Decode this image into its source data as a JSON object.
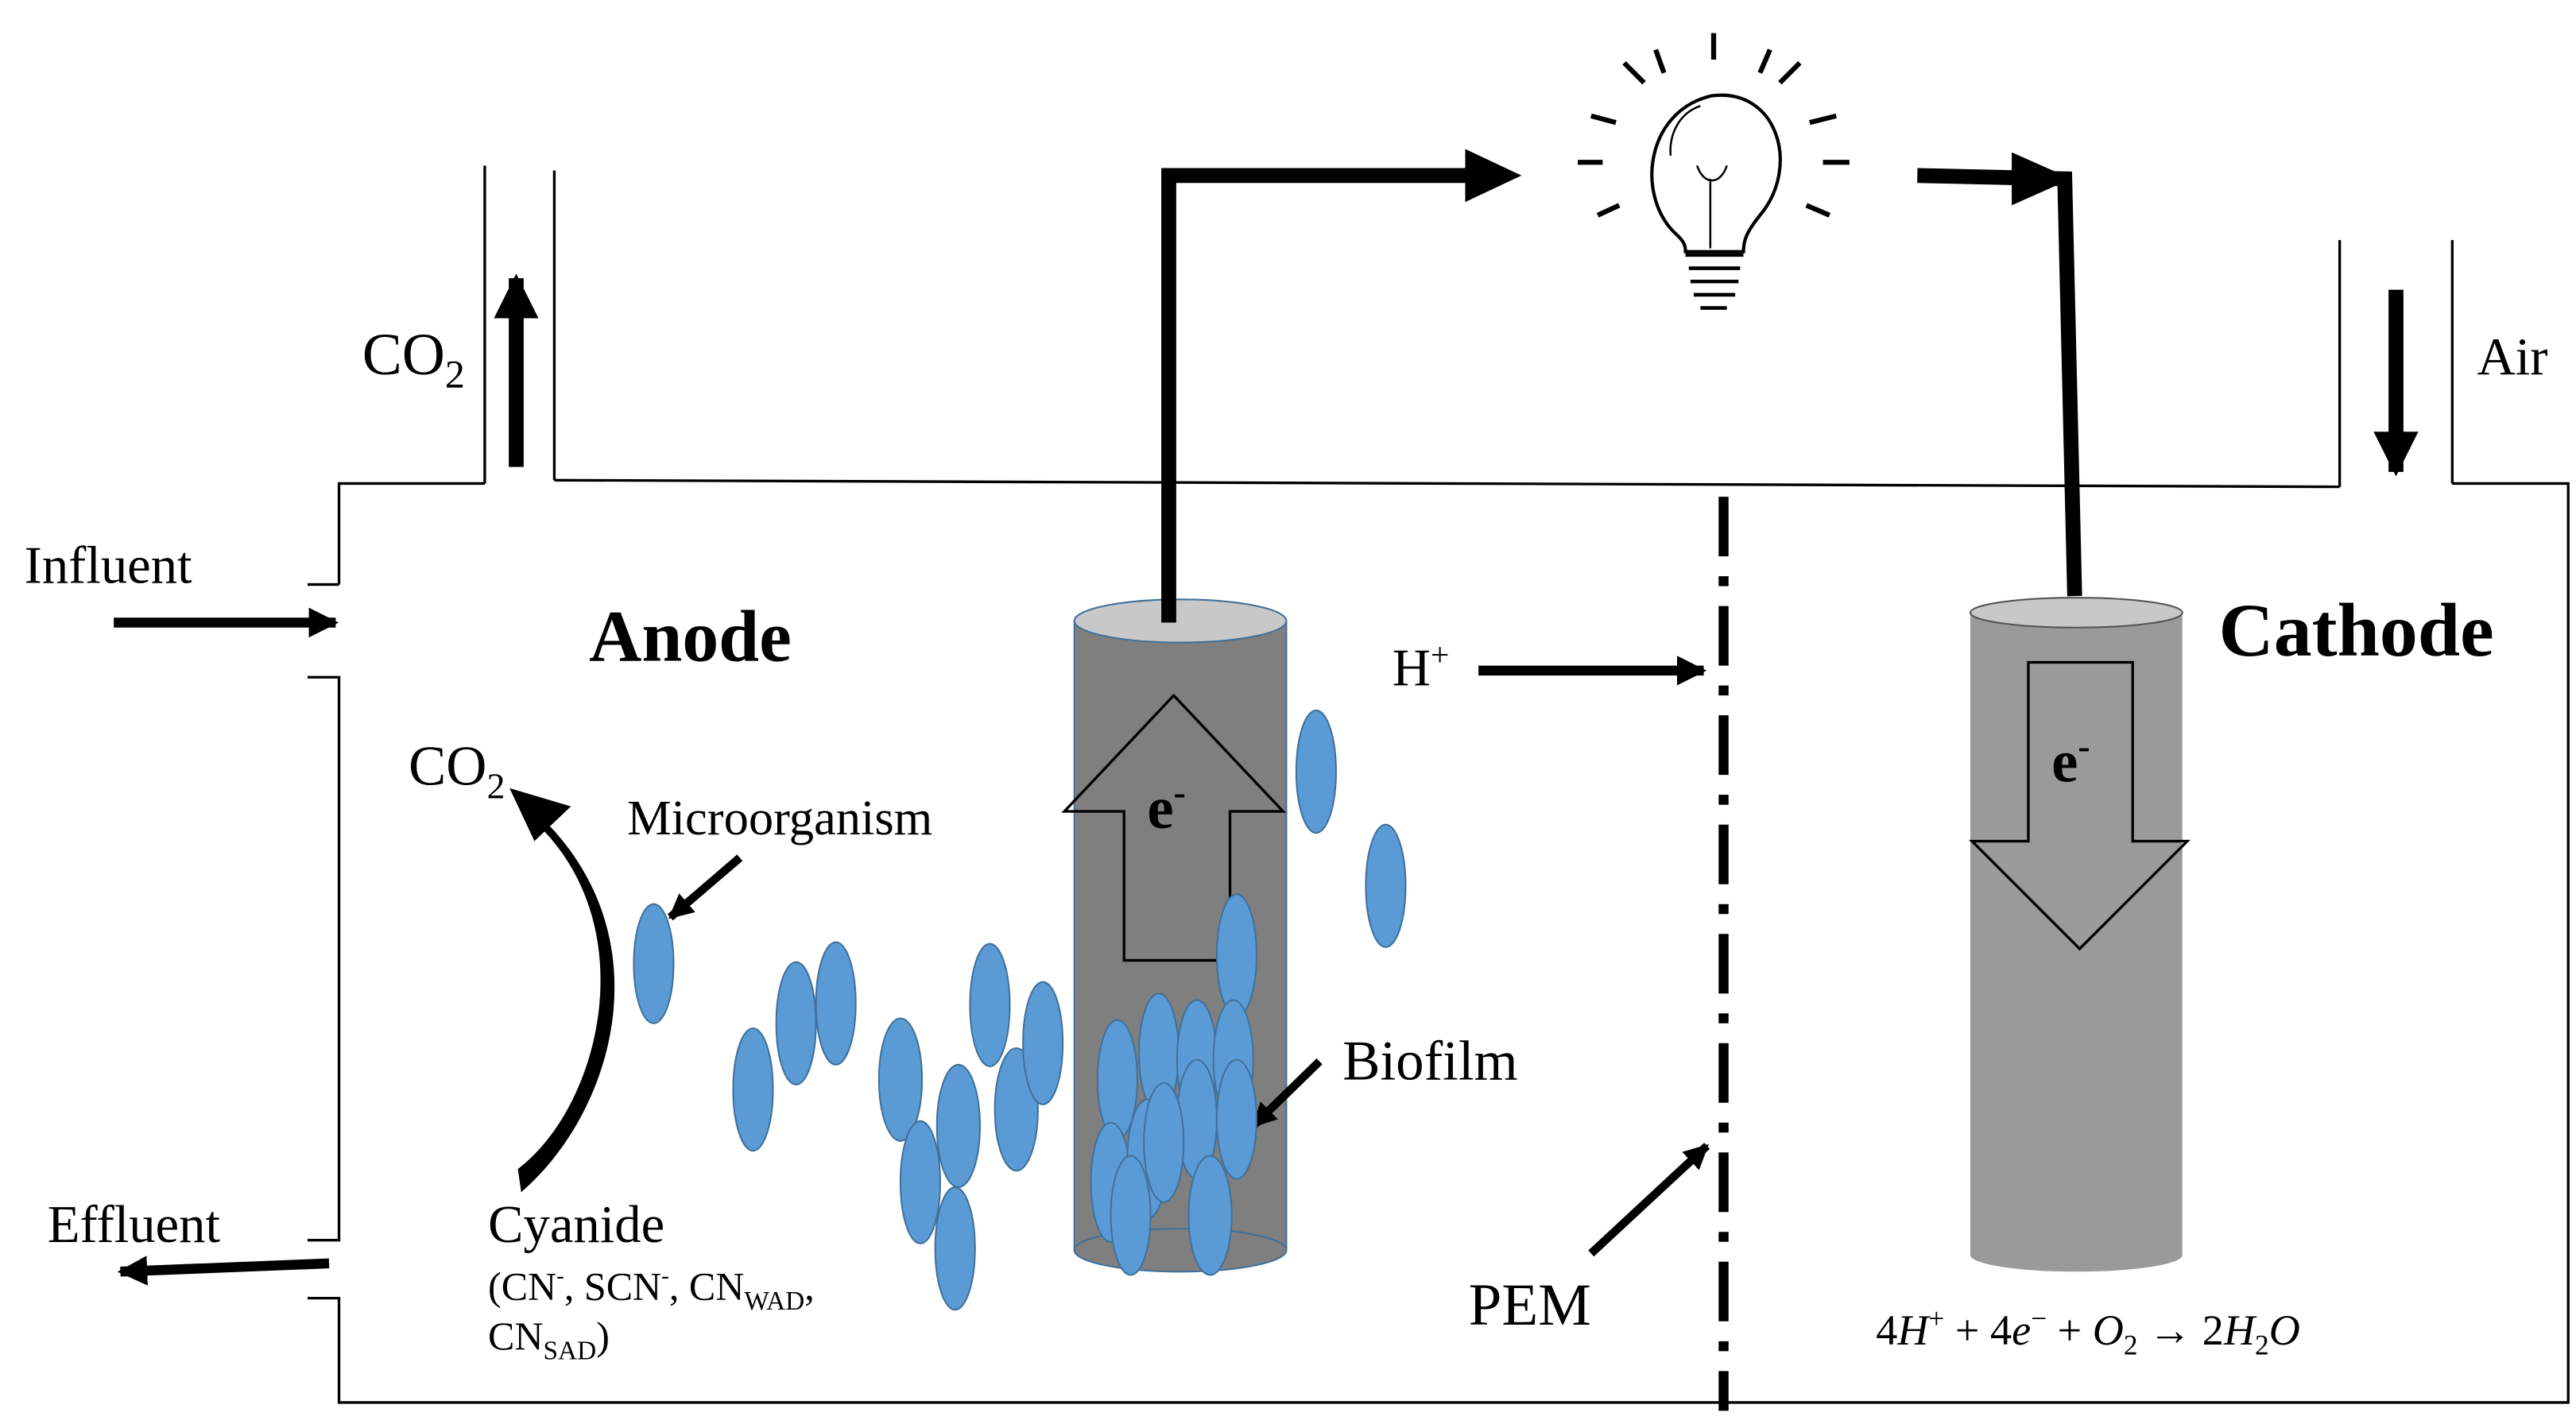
{
  "labels": {
    "co2_top": "CO",
    "co2_top_sub": "2",
    "air": "Air",
    "influent": "Influent",
    "effluent": "Effluent",
    "anode": "Anode",
    "cathode": "Cathode",
    "co2_anode": "CO",
    "co2_anode_sub": "2",
    "microorganism": "Microorganism",
    "cyanide": "Cyanide",
    "cyanide_species_line1_a": "(CN",
    "cyanide_species_line1_b": "-",
    "cyanide_species_line1_c": ", SCN",
    "cyanide_species_line1_d": "-",
    "cyanide_species_line1_e": ", CN",
    "cyanide_species_line1_f": "WAD",
    "cyanide_species_line1_g": ",",
    "cyanide_species_line2_a": "CN",
    "cyanide_species_line2_b": "SAD",
    "cyanide_species_line2_c": ")",
    "biofilm": "Biofilm",
    "proton": "H",
    "proton_sup": "+",
    "pem": "PEM",
    "electron_anode": "e",
    "electron_anode_sup": "-",
    "electron_cathode": "e",
    "electron_cathode_sup": "-"
  },
  "equation": {
    "c1": "4",
    "h1": "H",
    "h1_sup": "+",
    "plus1": " + ",
    "c2": "4",
    "e": "e",
    "e_sup": "−",
    "plus2": " +  ",
    "o": "O",
    "o_sub": "2",
    "arrow": " → ",
    "c3": "2",
    "h2": "H",
    "h2_sub": "2",
    "o2": "O"
  },
  "colors": {
    "cell_fill": "#ffffff",
    "electrode_body": "#7f7f7f",
    "electrode_top": "#c8c8c8",
    "cathode_body": "#9a9a9a",
    "microbe_fill": "#5b9bd5",
    "microbe_stroke": "#41719c",
    "line": "#000000"
  }
}
